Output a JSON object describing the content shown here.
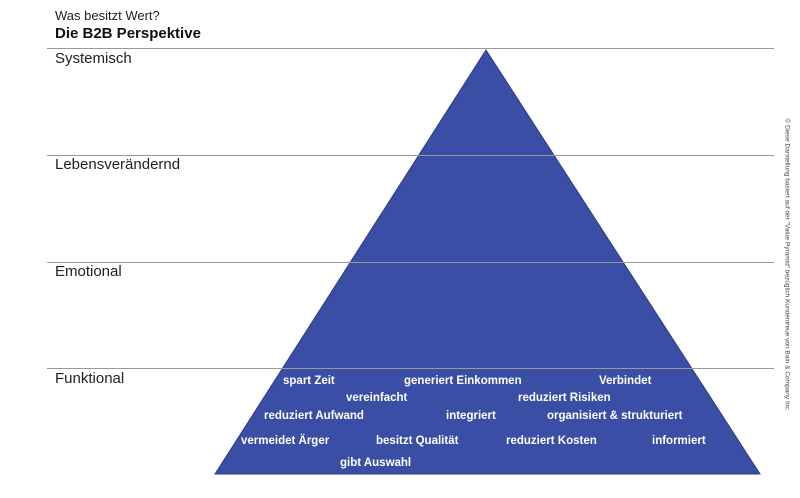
{
  "header": {
    "kicker": "Was besitzt Wert?",
    "title": "Die B2B Perspektive"
  },
  "levels": {
    "systemisch": "Systemisch",
    "lebensveraendernd": "Lebensverändernd",
    "emotional": "Emotional",
    "funktional": "Funktional"
  },
  "funktional_items": {
    "spart_zeit": "spart Zeit",
    "generiert_einkommen": "generiert Einkommen",
    "verbindet": "Verbindet",
    "vereinfacht": "vereinfacht",
    "reduziert_risiken": "reduziert Risiken",
    "reduziert_aufwand": "reduziert Aufwand",
    "integriert": "integriert",
    "organisiert_strukturiert": "organisiert & strukturiert",
    "vermeidet_aerger": "vermeidet Ärger",
    "besitzt_qualitaet": "besitzt Qualität",
    "reduziert_kosten": "reduziert Kosten",
    "informiert": "informiert",
    "gibt_auswahl": "gibt Auswahl"
  },
  "credit": "© Diese Darstellung basiert auf der \"Value Pyramid\" bezüglich Kundentreue von Bain & Company Inc.",
  "colors": {
    "pyramid_fill": "#3a4ea6",
    "pyramid_stroke": "#2a3a88",
    "rule": "#9a9a9a"
  }
}
